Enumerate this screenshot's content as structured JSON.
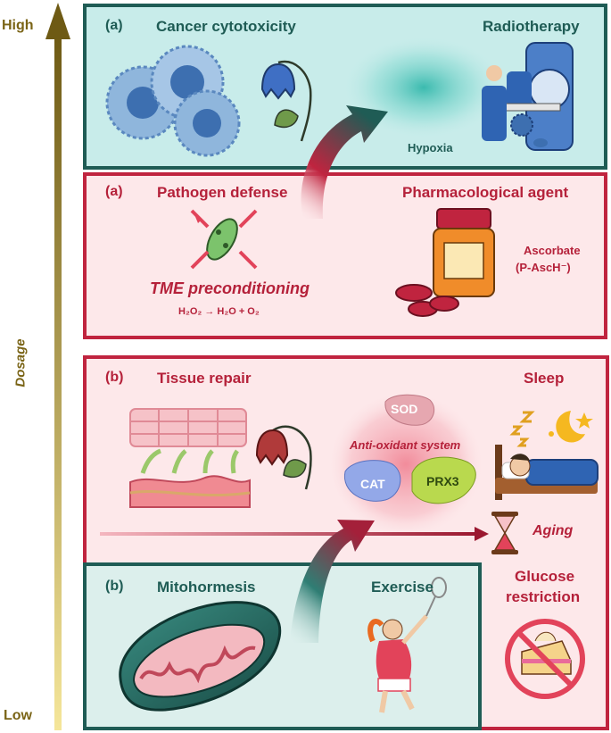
{
  "axis": {
    "high": "High",
    "low": "Low",
    "label": "Dosage"
  },
  "panels": {
    "top_teal": {
      "tag": "(a)",
      "left_title": "Cancer cytotoxicity",
      "right_title": "Radiotherapy",
      "hypoxia": "Hypoxia"
    },
    "top_red": {
      "tag": "(a)",
      "left_title": "Pathogen defense",
      "right_title": "Pharmacological agent",
      "tme": "TME preconditioning",
      "reaction": "H₂O₂ → H₂O + O₂",
      "agent_line1": "Ascorbate",
      "agent_line2": "(P-AscH⁻)"
    },
    "bottom_red": {
      "tag": "(b)",
      "left_title": "Tissue repair",
      "right_title": "Sleep",
      "sod": "SOD",
      "antioxidant": "Anti-oxidant system",
      "cat": "CAT",
      "prx3": "PRX3",
      "aging": "Aging",
      "glucose_line1": "Glucose",
      "glucose_line2": "restriction"
    },
    "bottom_teal": {
      "tag": "(b)",
      "left_title": "Mitohormesis",
      "right_title": "Exercise"
    }
  },
  "colors": {
    "teal_border": "#1f5c55",
    "teal_fill": "#c8ecea",
    "red_border": "#c0243f",
    "red_fill": "#fde8ea",
    "axis_gold": "#7a6416"
  }
}
